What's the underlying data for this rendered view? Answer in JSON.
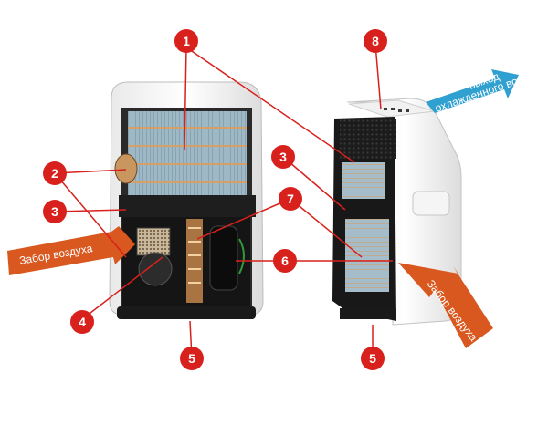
{
  "callouts": [
    "1",
    "2",
    "3",
    "4",
    "5",
    "6",
    "7",
    "8",
    "3",
    "5"
  ],
  "arrows": {
    "intake_left": "Забор воздуха",
    "intake_right": "Забор воздуха",
    "outlet_line1": "выход",
    "outlet_line2": "охлажденного воздуха"
  },
  "colors": {
    "callout_fill": "#d8211c",
    "leader_line": "#d8211c",
    "intake_arrow": "#d9581f",
    "outlet_arrow": "#2fa0d0"
  }
}
